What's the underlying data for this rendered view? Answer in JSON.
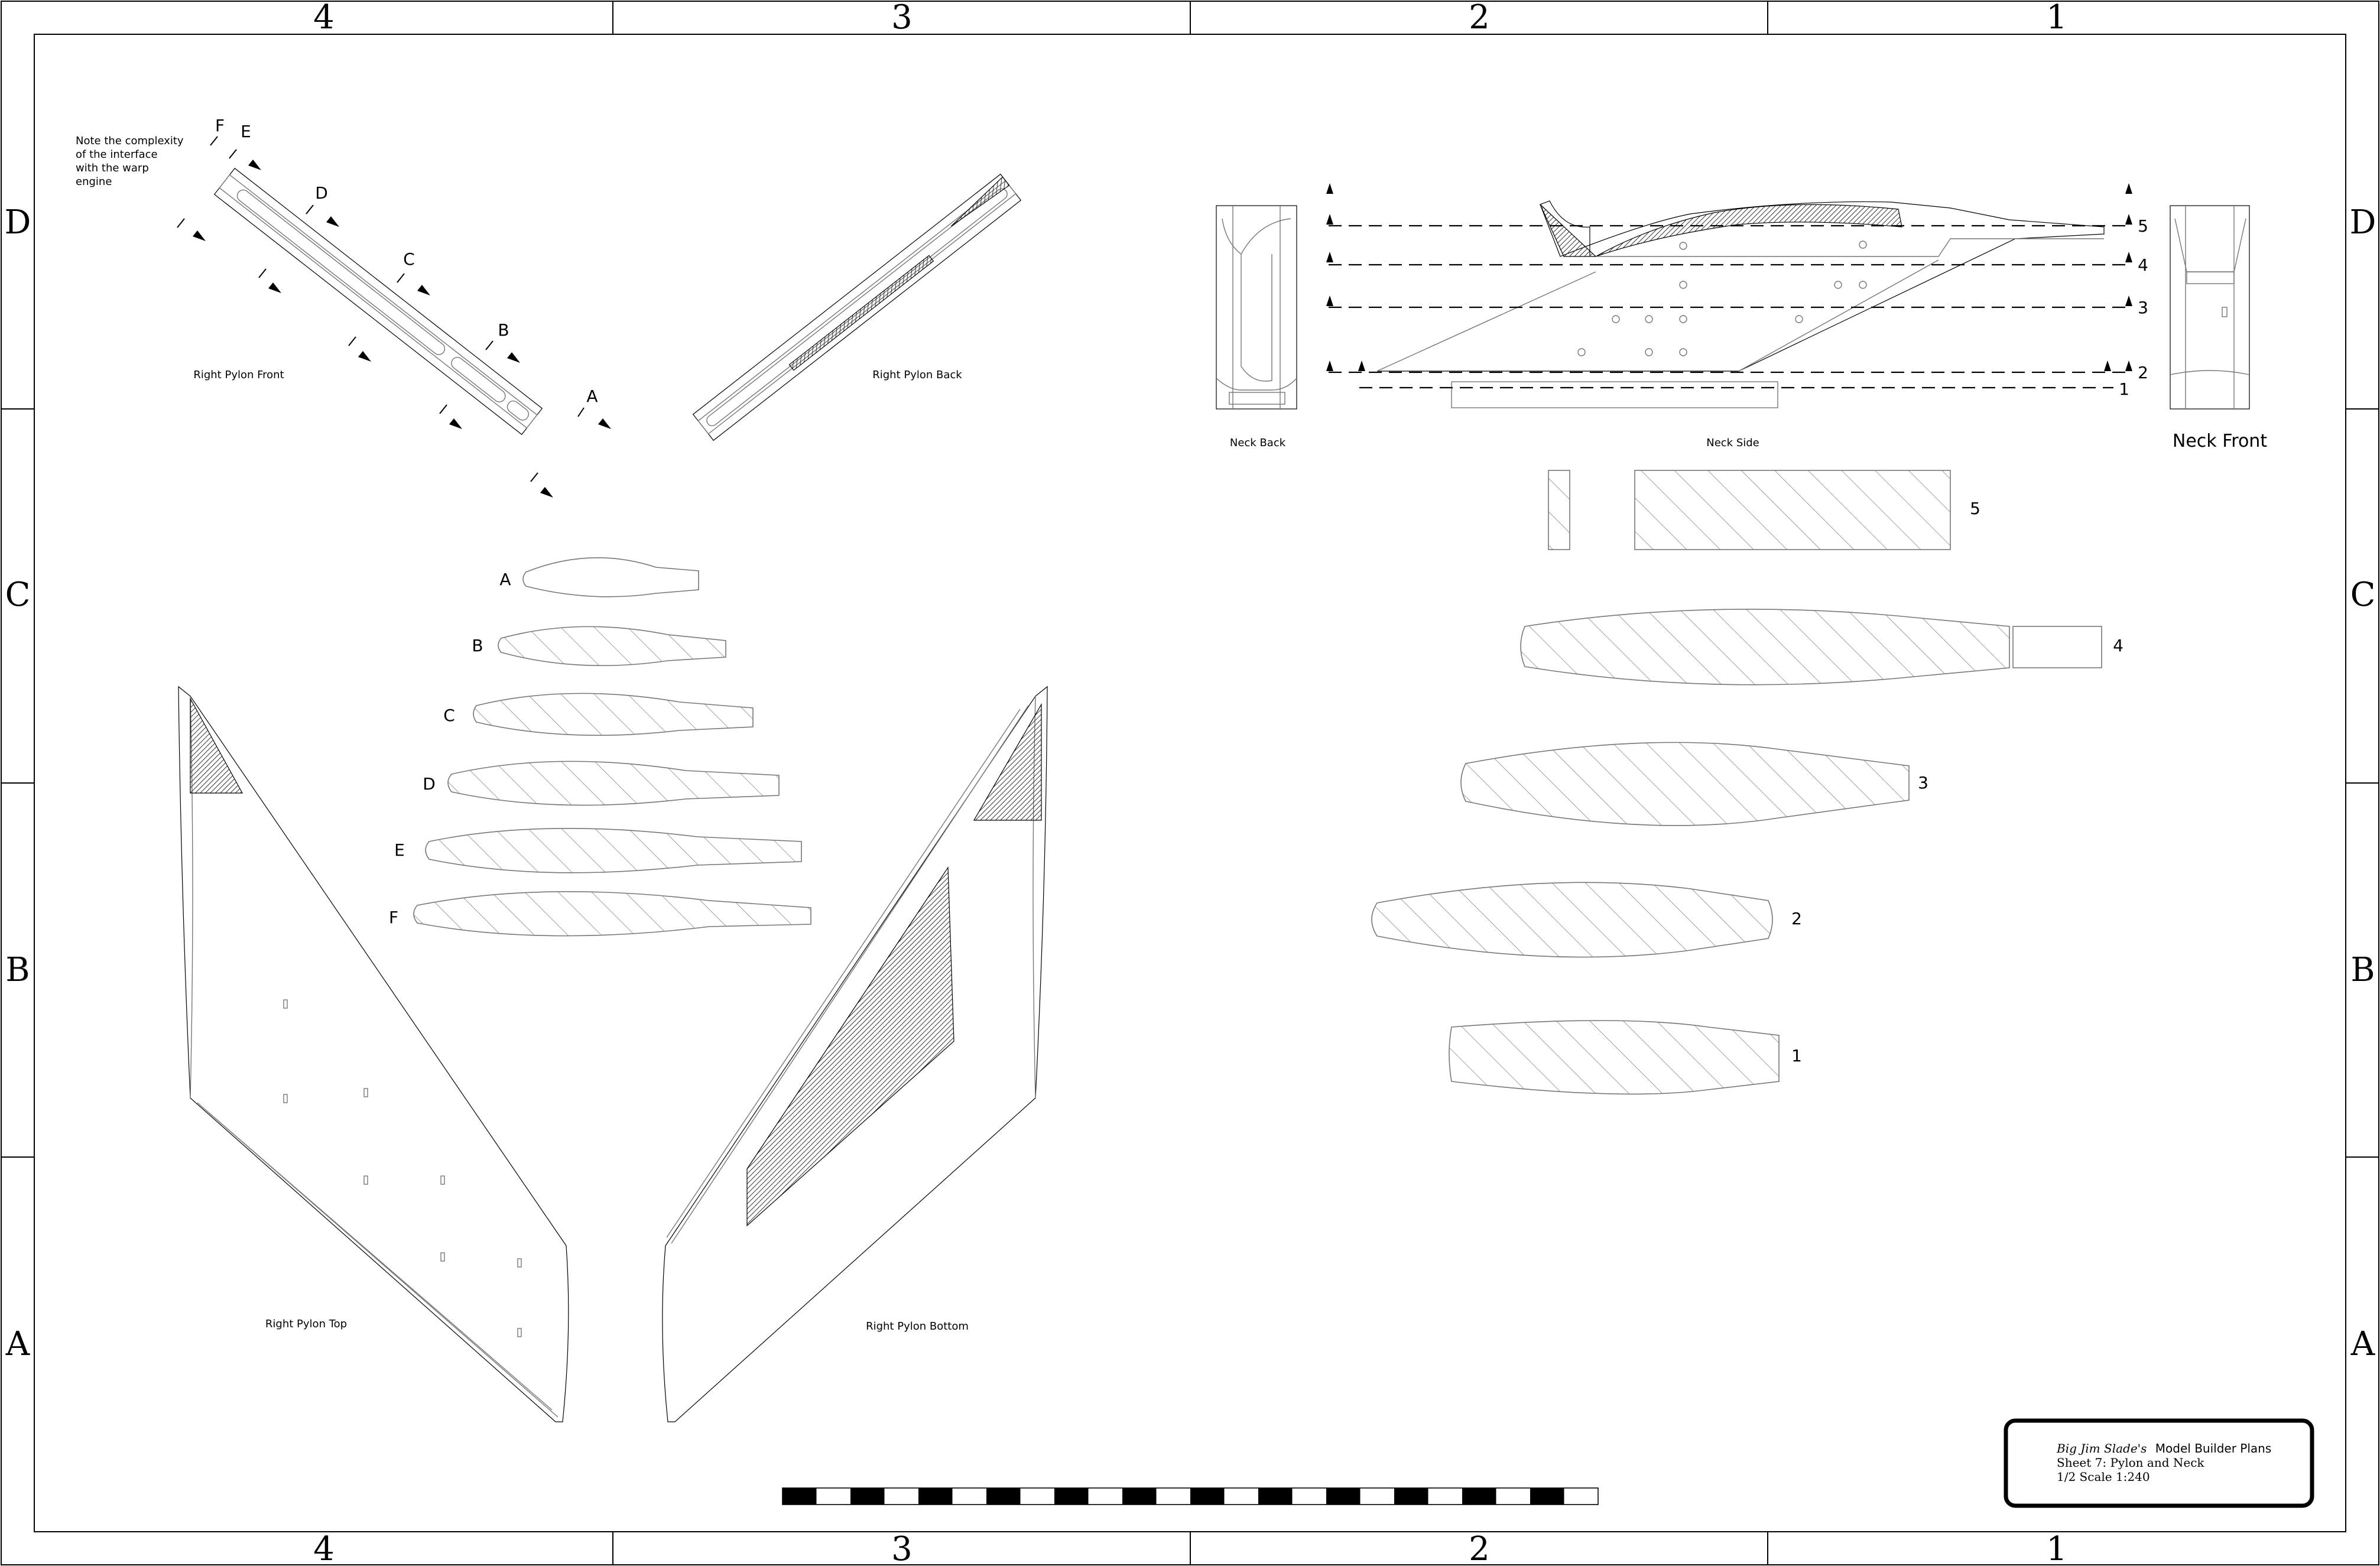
{
  "border": {
    "columns": [
      "4",
      "3",
      "2",
      "1"
    ],
    "rows": [
      "D",
      "C",
      "B",
      "A"
    ]
  },
  "views": {
    "right_pylon_front": "Right Pylon Front",
    "right_pylon_back": "Right Pylon Back",
    "right_pylon_top": "Right Pylon Top",
    "right_pylon_bottom": "Right Pylon Bottom",
    "neck_back": "Neck Back",
    "neck_side": "Neck Side",
    "neck_front": "Neck Front"
  },
  "note": {
    "lines": [
      "Note the complexity",
      "of the interface",
      "with the warp",
      "engine"
    ]
  },
  "pylon_section_letters": [
    "A",
    "B",
    "C",
    "D",
    "E",
    "F"
  ],
  "neck_section_numbers": [
    "1",
    "2",
    "3",
    "4",
    "5"
  ],
  "title_block": {
    "author": "Big Jim Slade's",
    "product": "Model Builder Plans",
    "sheet": "Sheet 7: Pylon and Neck",
    "scale": "1/2 Scale  1:240"
  }
}
